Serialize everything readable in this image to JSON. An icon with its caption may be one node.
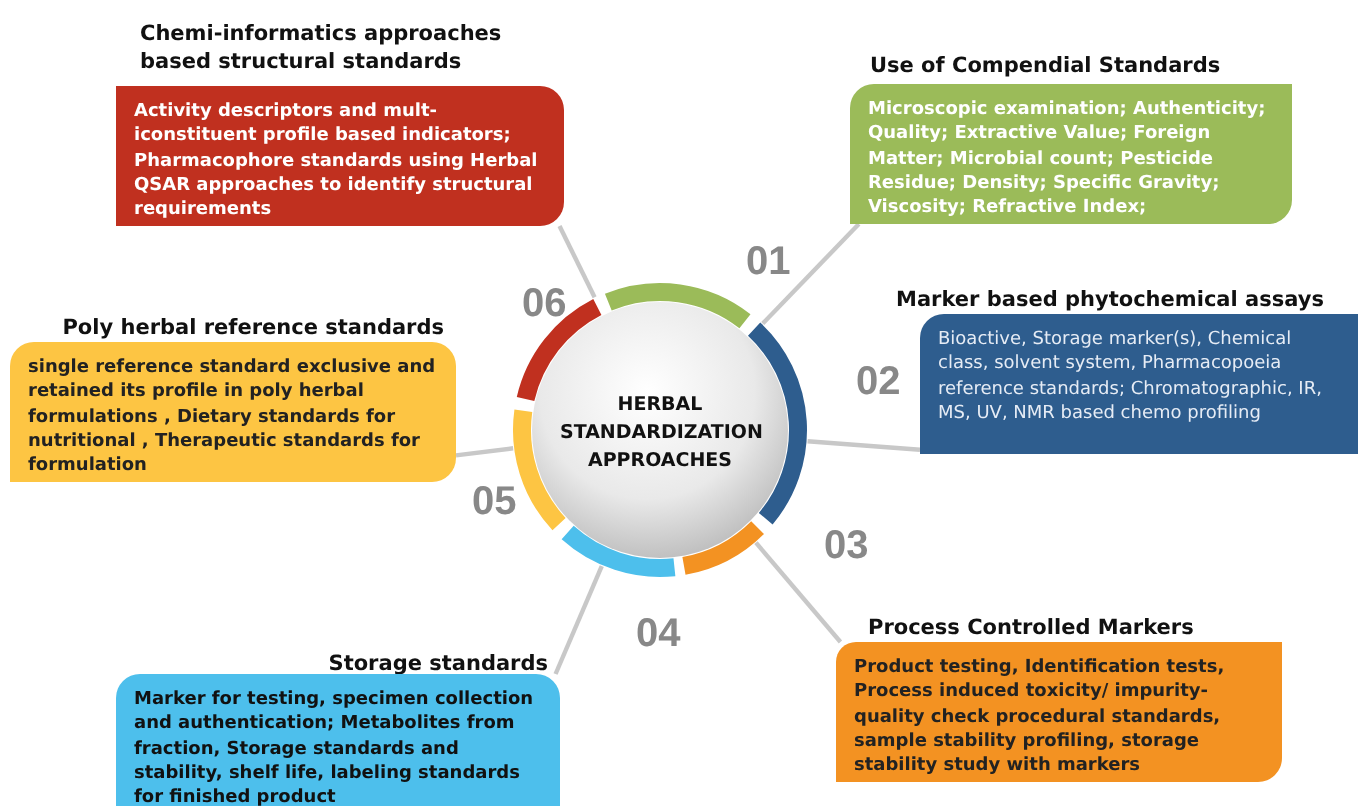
{
  "diagram": {
    "nodes": [
      {
        "text": [
          "Chemi-informatics approaches based structural standards",
          "Activity descriptors and mult-iconstituent profile based indicators; Pharmacophore standards using Herbal QSAR approaches to identify structural requirements"
        ]
      },
      {
        "text": [
          "Use of Compendial Standards",
          "Microscopic examination; Authenticity; Quality; Extractive Value; Foreign Matter; Microbial count; Pesticide Residue; Density; Specific Gravity; Viscosity; Refractive Index;"
        ]
      },
      {
        "text": [
          "HERBAL STANDARDIZATION APPROACHES"
        ]
      },
      {
        "text": [
          "Marker based phytochemical assays",
          "Bioactive, Storage marker(s), Chemical class, solvent system, Pharmacopoeia reference standards; Chromatographic, IR, MS, UV, NMR based chemo profiling"
        ]
      },
      {
        "text": [
          "Poly herbal reference standards",
          "single reference standard exclusive and retained its profile in poly herbal formulations , Dietary standards for nutritional , Therapeutic standards for formulation"
        ]
      },
      {
        "text": [
          "Process Controlled Markers",
          "Product testing, Identification tests, Process induced toxicity/ impurity- quality check procedural standards, sample stability profiling, storage stability study with markers"
        ]
      },
      {
        "text": [
          "Storage standards",
          "Marker for testing, specimen collection and authentication; Metabolites from fraction, Storage standards and stability, shelf life, labeling standards for finished product"
        ]
      }
    ],
    "edges": [
      {
        "from": 2,
        "to": 0,
        "arrow": "none"
      },
      {
        "from": 2,
        "to": 1,
        "arrow": "none"
      },
      {
        "from": 2,
        "to": 3,
        "arrow": "none"
      },
      {
        "from": 2,
        "to": 4,
        "arrow": "none"
      },
      {
        "from": 2,
        "to": 5,
        "arrow": "none"
      },
      {
        "from": 2,
        "to": 6,
        "arrow": "none"
      }
    ],
    "labels": [
      "01",
      "06",
      "02",
      "05",
      "03",
      "04"
    ]
  }
}
